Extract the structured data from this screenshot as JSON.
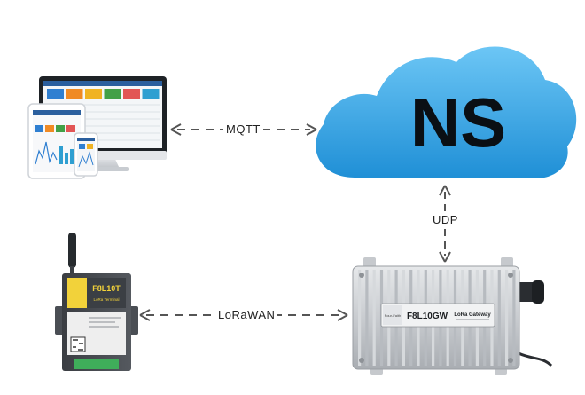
{
  "cloud": {
    "label": "NS",
    "color": "#3aaae8",
    "color_dark": "#1f8fd6"
  },
  "connections": {
    "mqtt": "MQTT",
    "udp": "UDP",
    "lorawan": "LoRaWAN"
  },
  "gateway": {
    "model": "F8L10GW",
    "product": "LoRa Gateway",
    "brand": "Four-Faith"
  },
  "terminal": {
    "model": "F8L10T",
    "product": "LoRa Terminal",
    "accent": "#f2d23a"
  },
  "dashboard": {
    "tile_colors": [
      "#2f7fd1",
      "#f08a24",
      "#f0b323",
      "#43a047",
      "#e25555",
      "#2f9fd1"
    ]
  }
}
